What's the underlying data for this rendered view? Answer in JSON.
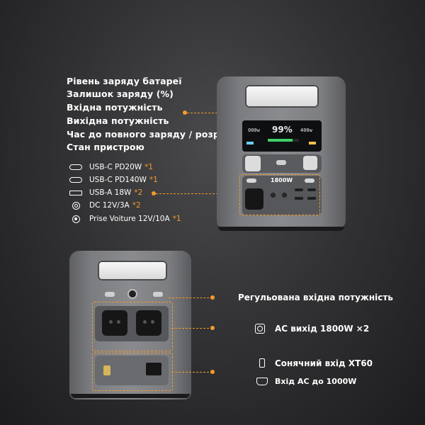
{
  "specs": [
    "Рівень заряду батареї",
    "Залишок заряду (%)",
    "Вхідна потужність",
    "Вихідна потужність",
    "Час до повного заряду / розряду",
    "Стан пристрою"
  ],
  "ports": [
    {
      "icon": "usb-c-icon",
      "label": "USB-C PD20W",
      "mark": "*1"
    },
    {
      "icon": "usb-c-icon",
      "label": "USB-C PD140W",
      "mark": "*1"
    },
    {
      "icon": "usb-a-icon",
      "label": "USB-A 18W",
      "mark": "*2"
    },
    {
      "icon": "dc-port-icon",
      "label": "DC 12V/3A",
      "mark": "*2"
    },
    {
      "icon": "car-port-icon",
      "label": "Prise Voiture 12V/10A",
      "mark": "*1"
    }
  ],
  "front_device": {
    "display_left": "000w",
    "display_center": "99%",
    "display_right": "400w",
    "power_label": "1800W"
  },
  "back_callouts": {
    "adjustable_input": "Регульована вхідна потужність",
    "ac_output": "АС вихід 1800W ×2",
    "solar_input": "Сонячний вхід XT60",
    "ac_input": "Вхід АС до 1000W"
  },
  "colors": {
    "accent": "#f39a2b",
    "background": "#333335",
    "device_body": "#7c7d80",
    "display": "#0e0f11"
  }
}
